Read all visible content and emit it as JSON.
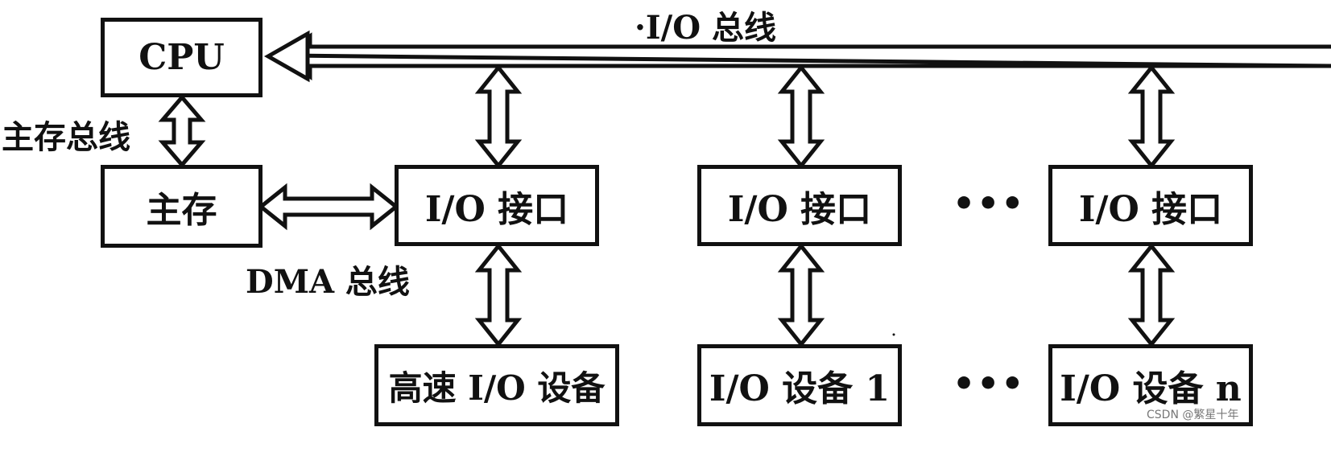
{
  "labels": {
    "io_bus": "·I/O 总线",
    "main_memory_bus": "主存总线",
    "dma_bus": "DMA 总线"
  },
  "boxes": {
    "cpu": "CPU",
    "main_memory": "主存",
    "io_interface": "I/O 接口",
    "high_speed_device": "高速 I/O 设备",
    "io_device_1": "I/O 设备 1",
    "io_device_n": "I/O 设备 n"
  },
  "ellipsis": "•••",
  "watermark": "CSDN @繁星十年",
  "colors": {
    "line": "#111111",
    "background": "#ffffff"
  }
}
